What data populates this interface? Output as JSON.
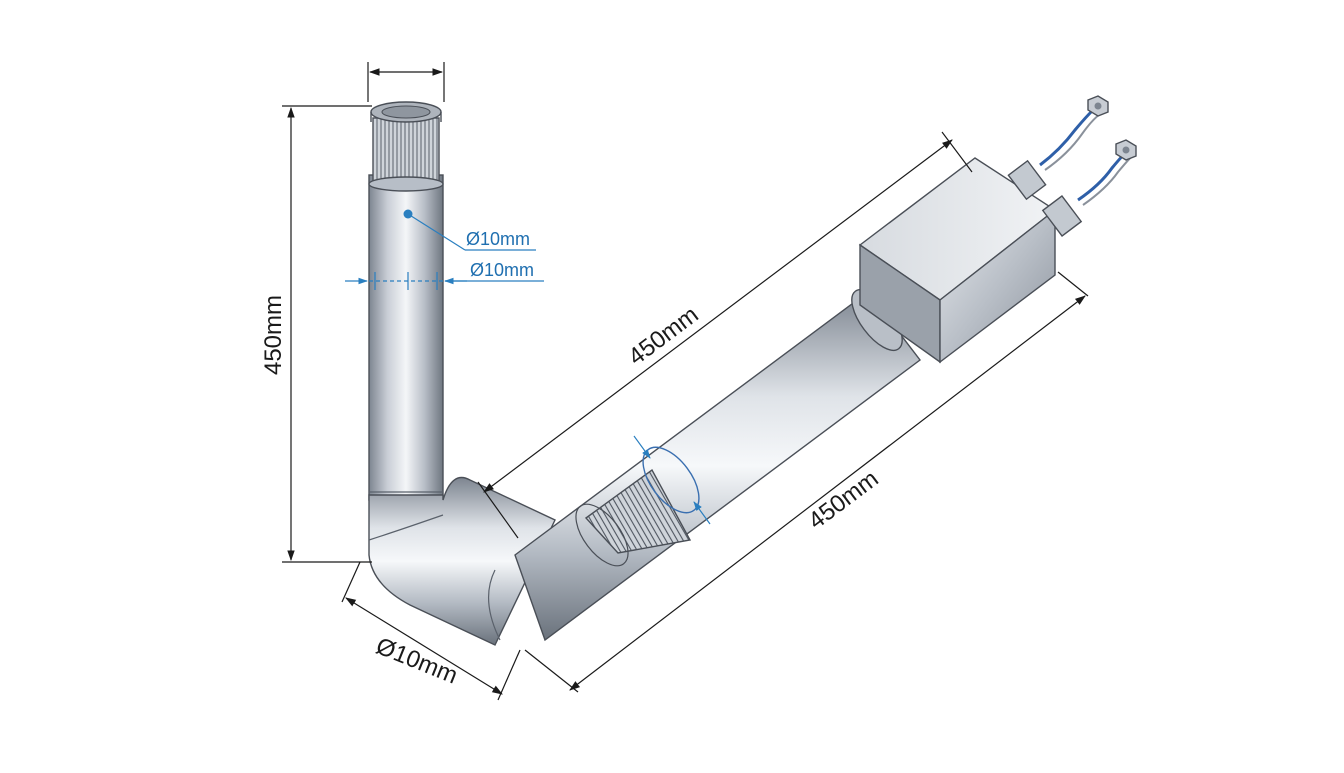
{
  "labels": {
    "vertical_length": "450mm",
    "diag_length_upper": "450mm",
    "diag_length_lower": "450mm",
    "bend_diameter": "Ø10mm",
    "callout_diameter_1": "Ø10mm",
    "callout_diameter_2": "Ø10mm"
  },
  "colors": {
    "tube_mid": "#c9ced6",
    "tube_light": "#f4f6f8",
    "tube_dark": "#7d8590",
    "dimension": "#1a1a1a",
    "callout": "#1f6fb0",
    "wire": "#2e5fa8"
  },
  "icons": {
    "terminal": "hex-nut-icon",
    "arrowheads": "dimension-arrow"
  }
}
